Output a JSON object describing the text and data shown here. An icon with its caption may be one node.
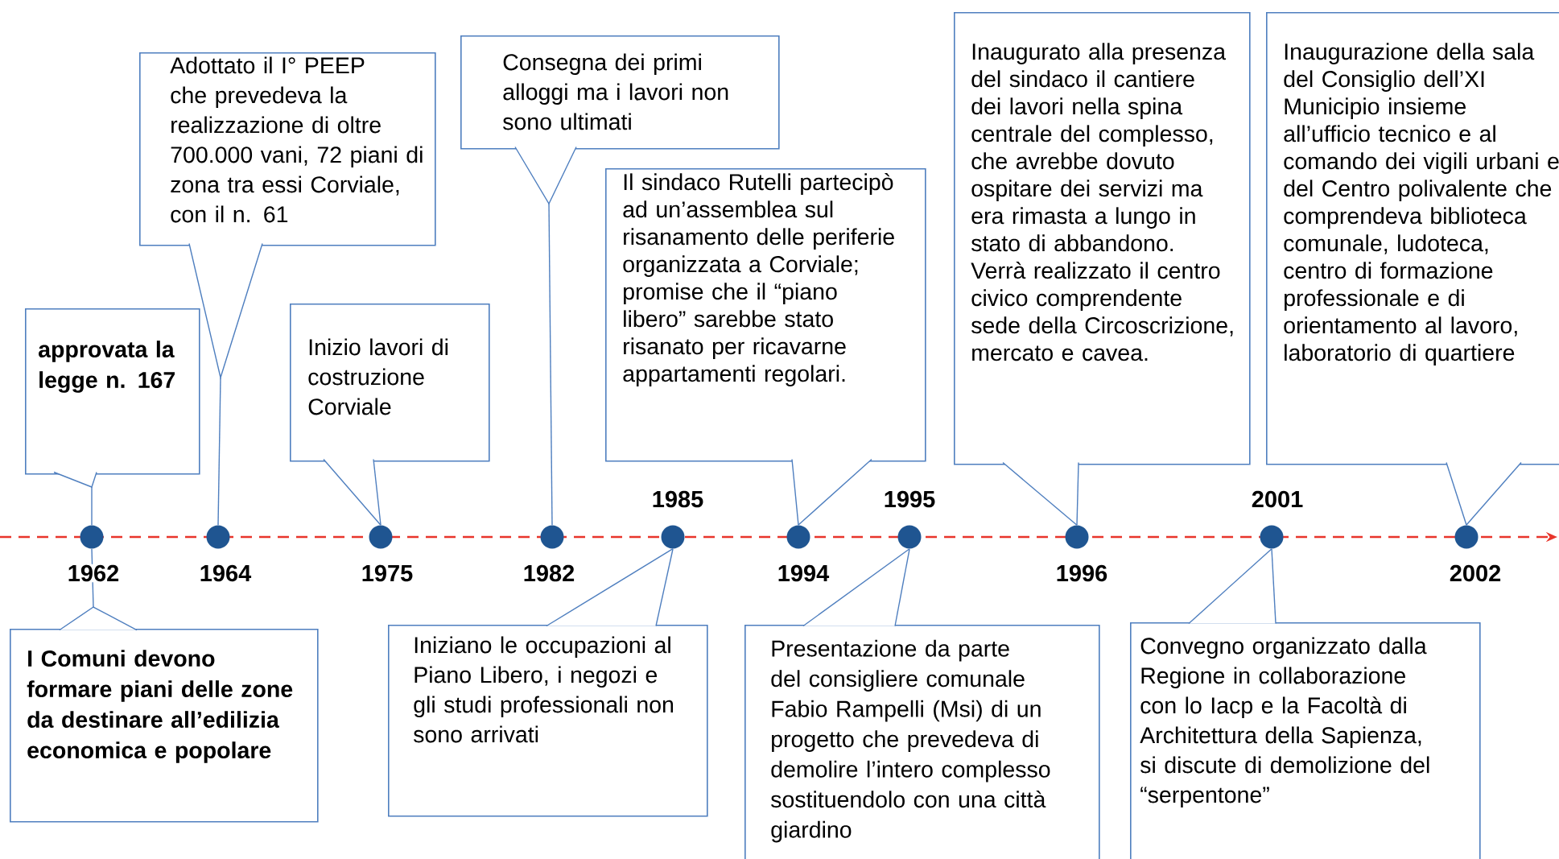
{
  "diagram": {
    "nodes": [
      {
        "text": [
          "approvata la legge n. 167"
        ]
      },
      {
        "text": [
          "Adottato il I° PEEP che prevedeva la realizzazione di oltre 700.000 vani, 72 piani di zona tra essi Corviale, con il n. 61"
        ]
      },
      {
        "text": [
          "Inizio lavori di costruzione Corviale"
        ]
      },
      {
        "text": [
          "Consegna dei primi alloggi ma i lavori non sono ultimati"
        ]
      },
      {
        "text": [
          "Il sindaco Rutelli partecipò ad un’assemblea sul risanamento delle periferie organizzata a Corviale; promise che il “piano libero” sarebbe stato risanato per ricavarne appartamenti regolari."
        ]
      },
      {
        "text": [
          "Inaugurato alla presenza del sindaco il cantiere dei lavori nella spina centrale del complesso, che avrebbe dovuto ospitare dei servizi ma era rimasta a lungo in stato di abbandono. Verrà realizzato il centro civico comprendente sede della Circoscrizione, mercato e cavea."
        ]
      },
      {
        "text": [
          "Inaugurazione della sala del Consiglio dell’XI Municipio insieme all’ufficio tecnico e al comando dei vigili urbani e del Centro polivalente che comprendeva biblioteca comunale, ludoteca, centro di formazione professionale e di orientamento al lavoro, laboratorio di quartiere"
        ]
      },
      {
        "text": [],
        "shape": "circle"
      },
      {
        "text": [],
        "shape": "circle"
      },
      {
        "text": [],
        "shape": "circle"
      },
      {
        "text": [],
        "shape": "circle"
      },
      {
        "text": [],
        "shape": "circle"
      },
      {
        "text": [],
        "shape": "circle"
      },
      {
        "text": [],
        "shape": "circle"
      },
      {
        "text": [],
        "shape": "circle"
      },
      {
        "text": [],
        "shape": "circle"
      },
      {
        "text": [],
        "shape": "circle"
      },
      {
        "text": [
          "I Comuni devono formare piani delle zone da destinare all’edilizia economica e popolare"
        ]
      },
      {
        "text": [
          "Iniziano le occupazioni al Piano Libero, i negozi e gli studi professionali non sono arrivati"
        ]
      },
      {
        "text": [
          "Presentazione da parte del consigliere comunale Fabio Rampelli (Msi) di un progetto che prevedeva di demolire l’intero complesso sostituendolo con una città giardino"
        ]
      },
      {
        "text": [
          "Convegno organizzato dalla Regione in collaborazione con lo Iacp e la Facoltà di Architettura della Sapienza, si discute di demolizione del “serpentone”"
        ]
      }
    ],
    "edges": [
      {
        "from": 0,
        "to": 7,
        "arrow": "none"
      },
      {
        "from": 1,
        "to": 8,
        "arrow": "none"
      },
      {
        "from": 2,
        "to": 9,
        "arrow": "none"
      },
      {
        "from": 3,
        "to": 10,
        "arrow": "none"
      },
      {
        "from": 4,
        "to": 12,
        "arrow": "none"
      },
      {
        "from": 5,
        "to": 14,
        "arrow": "none"
      },
      {
        "from": 6,
        "to": 16,
        "arrow": "none"
      },
      {
        "from": 17,
        "to": 7,
        "arrow": "none"
      },
      {
        "from": 18,
        "to": 11,
        "arrow": "none"
      },
      {
        "from": 19,
        "to": 13,
        "arrow": "none"
      },
      {
        "from": 20,
        "to": 15,
        "arrow": "none"
      }
    ],
    "labels": [
      "1985",
      "1995",
      "2001",
      "1962",
      "1964",
      "1975",
      "1982",
      "1994",
      "1996",
      "2002"
    ]
  }
}
